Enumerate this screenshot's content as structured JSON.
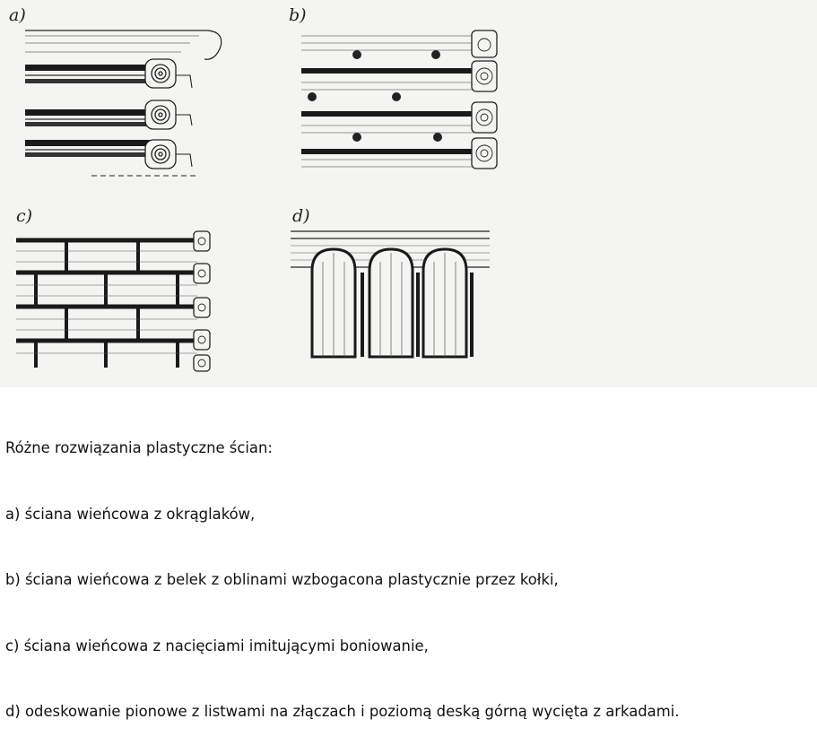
{
  "figure": {
    "panels": [
      {
        "id": "a",
        "label": "a)"
      },
      {
        "id": "b",
        "label": "b)"
      },
      {
        "id": "c",
        "label": "c)"
      },
      {
        "id": "d",
        "label": "d)"
      }
    ]
  },
  "caption": {
    "title": "Różne rozwiązania plastyczne ścian:",
    "items": [
      "a) ściana wieńcowa z okrąglaków,",
      "b) ściana wieńcowa z belek z oblinami wzbogacona plastycznie przez kołki,",
      "c) ściana wieńcowa z nacięciami imitującymi boniowanie,",
      "d) odeskowanie pionowe z listwami na złączach i poziomą deską górną wycięta z arkadami."
    ]
  }
}
